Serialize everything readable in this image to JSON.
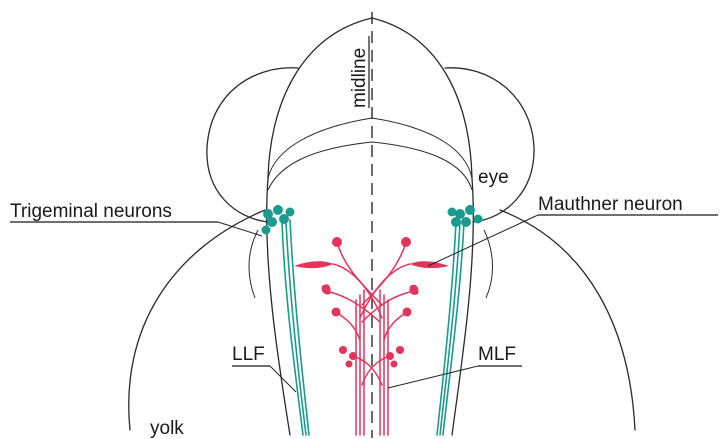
{
  "labels": {
    "midline": "midline",
    "eye": "eye",
    "trigeminal": "Trigeminal neurons",
    "mauthner": "Mauthner neuron",
    "llf": "LLF",
    "mlf": "MLF",
    "yolk": "yolk"
  },
  "colors": {
    "outline": "#2a2a2a",
    "trigeminal": "#1a9b8f",
    "mauthner": "#e3345c"
  }
}
